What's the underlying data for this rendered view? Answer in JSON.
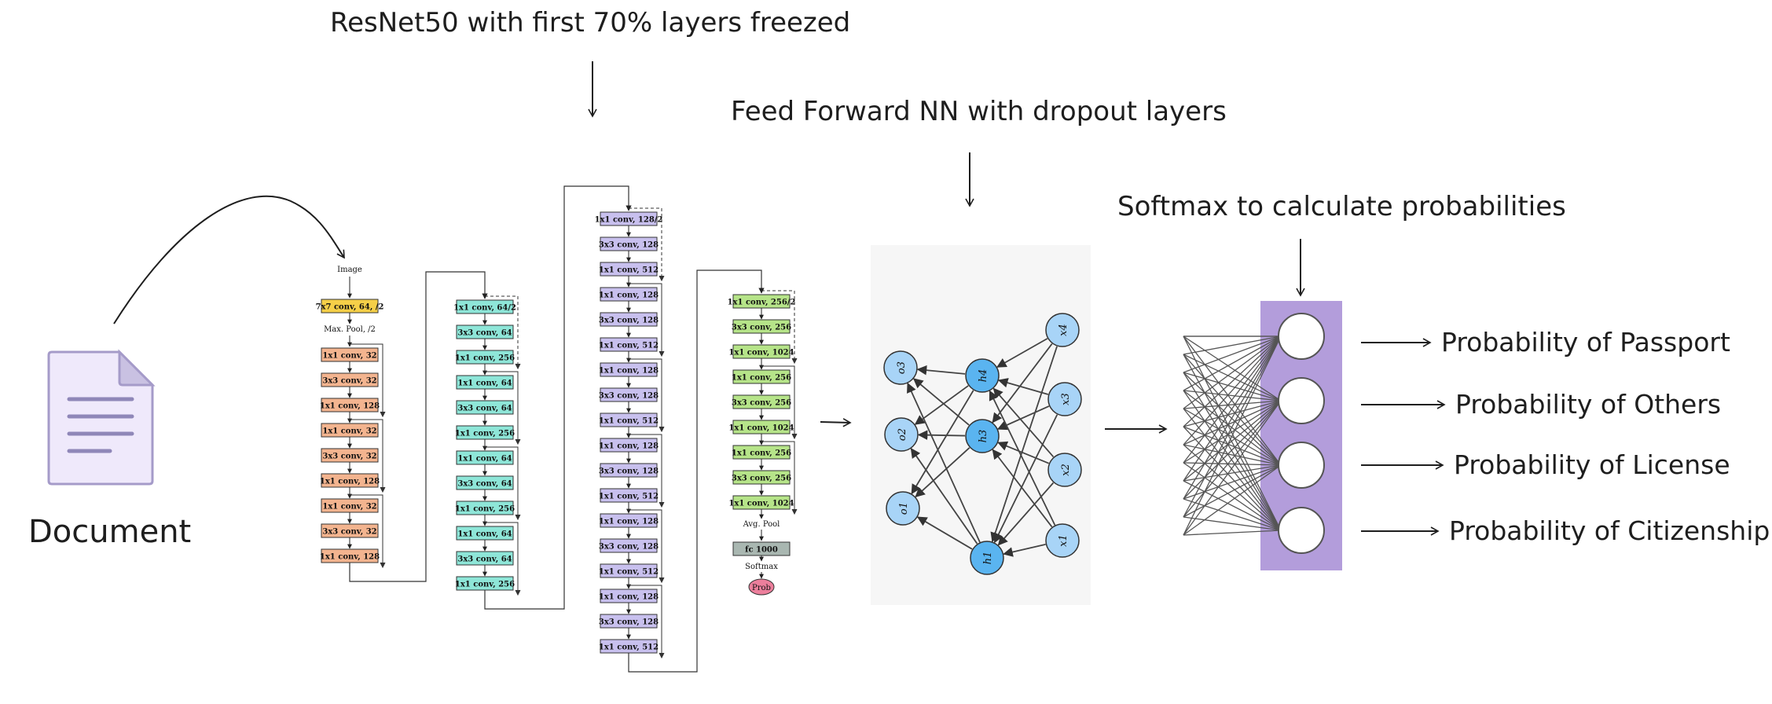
{
  "document": {
    "label": "Document"
  },
  "annotations": {
    "resnet": "ResNet50 with first 70% layers freezed",
    "ffnn": "Feed Forward NN with dropout layers",
    "softmax": "Softmax to calculate probabilities"
  },
  "resnet": {
    "input_label": "Image",
    "stem_conv": "7x7 conv, 64, /2",
    "maxpool": "Max. Pool, /2",
    "stage1": [
      "1x1 conv, 32",
      "3x3 conv, 32",
      "1x1 conv, 128",
      "1x1 conv, 32",
      "3x3 conv, 32",
      "1x1 conv, 128",
      "1x1 conv, 32",
      "3x3 conv, 32",
      "1x1 conv, 128"
    ],
    "stage2": [
      "1x1 conv, 64/2",
      "3x3 conv, 64",
      "1x1 conv, 256",
      "1x1 conv, 64",
      "3x3 conv, 64",
      "1x1 conv, 256",
      "1x1 conv, 64",
      "3x3 conv, 64",
      "1x1 conv, 256",
      "1x1 conv, 64",
      "3x3 conv, 64",
      "1x1 conv, 256"
    ],
    "stage3": [
      "1x1 conv, 128/2",
      "3x3 conv, 128",
      "1x1 conv, 512",
      "1x1 conv, 128",
      "3x3 conv, 128",
      "1x1 conv, 512",
      "1x1 conv, 128",
      "3x3 conv, 128",
      "1x1 conv, 512",
      "1x1 conv, 128",
      "3x3 conv, 128",
      "1x1 conv, 512",
      "1x1 conv, 128",
      "3x3 conv, 128",
      "1x1 conv, 512",
      "1x1 conv, 128",
      "3x3 conv, 128",
      "1x1 conv, 512"
    ],
    "stage4": [
      "1x1 conv, 256/2",
      "3x3 conv, 256",
      "1x1 conv, 1024",
      "1x1 conv, 256",
      "3x3 conv, 256",
      "1x1 conv, 1024",
      "1x1 conv, 256",
      "3x3 conv, 256",
      "1x1 conv, 1024"
    ],
    "avgpool": "Avg. Pool",
    "fc": "fc 1000",
    "softmax": "Softmax",
    "prob": "Prob",
    "colors": {
      "stem": "#f5cf48",
      "stage1": "#f3b48f",
      "stage2": "#8ee6d8",
      "stage3": "#c8c0ee",
      "stage4": "#b6e489",
      "fc": "#a9b7b1",
      "prob": "#ec7f9c"
    }
  },
  "ffnn": {
    "background": "#f6f6f6",
    "node_light": "#a8d4f7",
    "node_dark": "#5ab4f0",
    "input_nodes": [
      "x4",
      "x3",
      "x2",
      "x1"
    ],
    "hidden_nodes": [
      "h4",
      "h3",
      "h1"
    ],
    "output_nodes": [
      "o3",
      "o2",
      "o1"
    ]
  },
  "softmax": {
    "band_color": "#b39ddb",
    "node_count": 4
  },
  "outputs": [
    "Probability of Passport",
    "Probability of Others",
    "Probability of License",
    "Probability of Citizenship"
  ]
}
